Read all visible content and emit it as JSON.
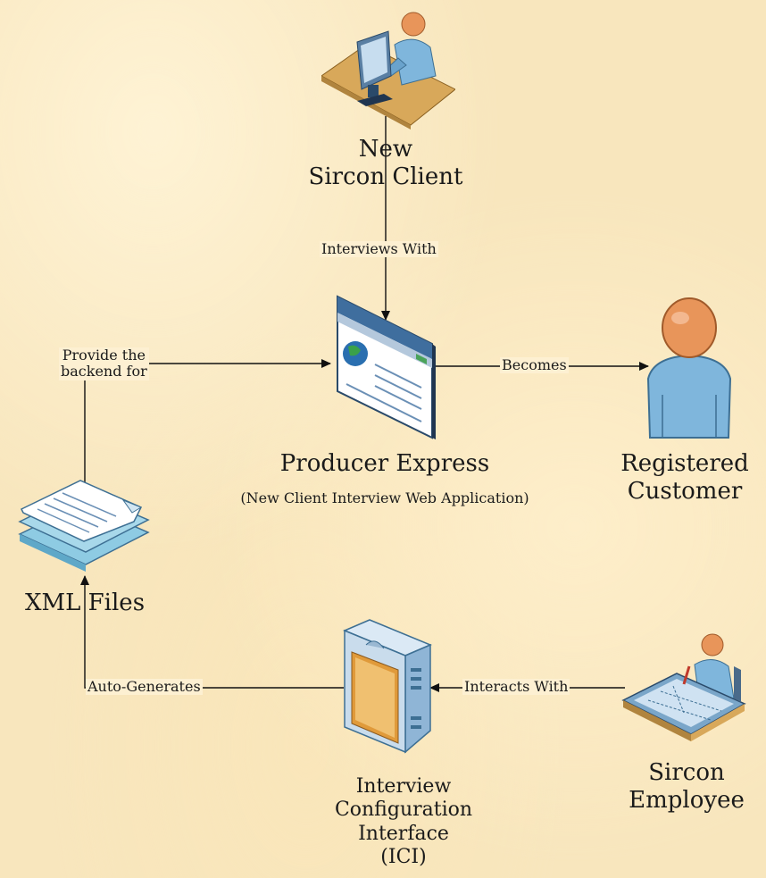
{
  "nodes": {
    "new_client": {
      "label_line1": "New",
      "label_line2": "Sircon Client",
      "icon": "person-at-computer-icon"
    },
    "producer_express": {
      "label": "Producer Express",
      "sublabel": "(New Client Interview Web Application)",
      "icon": "web-application-window-icon"
    },
    "registered_customer": {
      "label_line1": "Registered",
      "label_line2": "Customer",
      "icon": "user-icon"
    },
    "xml_files": {
      "label": "XML Files",
      "icon": "document-stack-icon"
    },
    "ici": {
      "label_line1": "Interview",
      "label_line2": "Configuration",
      "label_line3": "Interface",
      "label_line4": "(ICI)",
      "icon": "server-icon"
    },
    "sircon_employee": {
      "label_line1": "Sircon",
      "label_line2": "Employee",
      "icon": "person-at-drafting-table-icon"
    }
  },
  "edges": {
    "interviews_with": "Interviews With",
    "provide_backend_line1": "Provide the",
    "provide_backend_line2": "backend for",
    "becomes": "Becomes",
    "auto_generates": "Auto-Generates",
    "interacts_with": "Interacts With"
  },
  "colors": {
    "background": "#f8e6bd",
    "connector": "#111111",
    "person_skin": "#e8955a",
    "person_body": "#7fb6dc",
    "server_panel": "#e09a3a"
  }
}
